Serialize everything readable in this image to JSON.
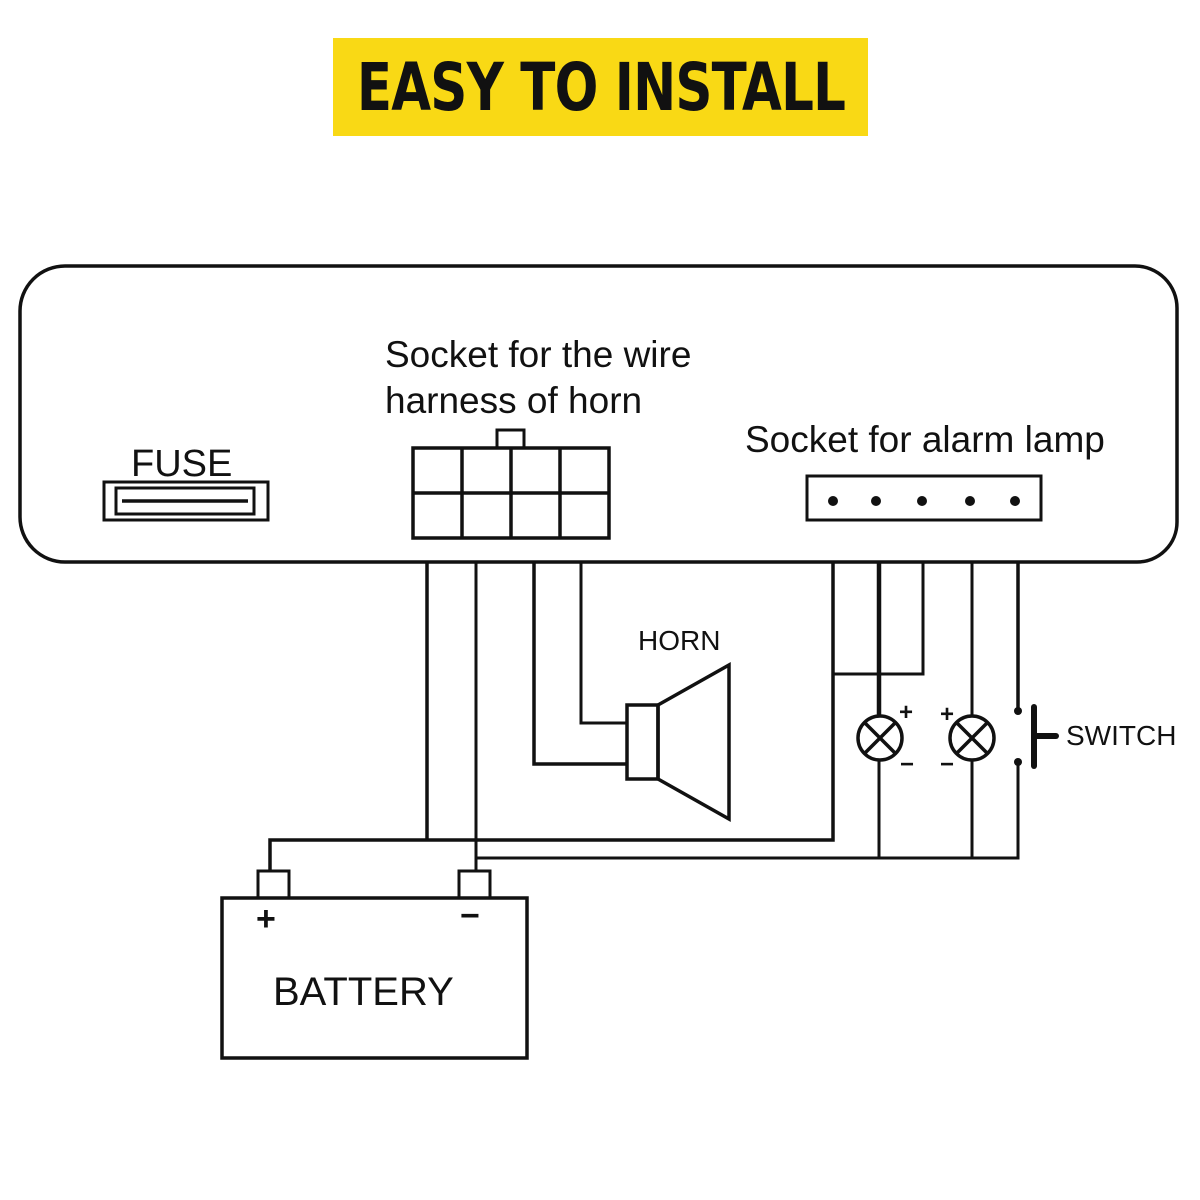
{
  "banner": {
    "title": "EASY TO INSTALL",
    "background": "#f9d915",
    "text_color": "#111111"
  },
  "control_box": {
    "fuse_label": "FUSE",
    "horn_socket_label_line1": "Socket for the wire",
    "horn_socket_label_line2": "harness of horn",
    "alarm_socket_label": "Socket for alarm lamp",
    "horn_socket_cells": {
      "columns": 4,
      "rows": 2
    },
    "alarm_socket_pins": 5
  },
  "components": {
    "horn_label": "HORN",
    "switch_label": "SWITCH",
    "battery_label": "BATTERY",
    "battery_plus": "+",
    "battery_minus": "−",
    "lamp1_plus": "+",
    "lamp1_minus": "−",
    "lamp2_plus": "+",
    "lamp2_minus": "−"
  },
  "colors": {
    "line": "#111111",
    "background": "#ffffff"
  }
}
